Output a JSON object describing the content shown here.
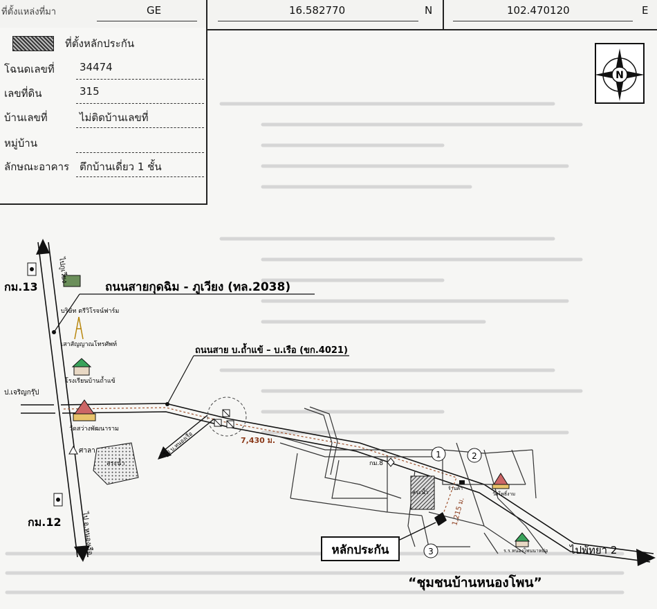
{
  "coords": {
    "label_cut": "ที่ตั้งแหล่งที่มา",
    "zone": "GE",
    "lat": "16.582770",
    "lat_dir": "N",
    "lon": "102.470120",
    "lon_dir": "E"
  },
  "legend": {
    "collateral_location": "ที่ตั้งหลักประกัน"
  },
  "info_rows": [
    {
      "label": "โฉนดเลขที่",
      "value": "34474"
    },
    {
      "label": "เลขที่ดิน",
      "value": "315"
    },
    {
      "label": "บ้านเลขที่",
      "value": "ไม่ติดบ้านเลขที่"
    },
    {
      "label": "หมู่บ้าน",
      "value": ""
    },
    {
      "label": "ลักษณะอาคาร",
      "value": "ตึกบ้านเดี่ยว 1 ชั้น"
    }
  ],
  "compass": {
    "letter": "N"
  },
  "map": {
    "road_main": "ถนนสายกุดฉิม - ภูเวียง (ทล.2038)",
    "road_secondary": "ถนนสาย บ.ถ้ำแข้ – บ.เรือ (ขก.4021)",
    "km13": "กม.13",
    "km12": "กม.12",
    "to_phuwiang": "ไปภูเวียง",
    "to_nongruea": "ไป อ.หนองเรือ",
    "to_banruea": "ไป บ.หนองเรือ",
    "company": "บริษัท ตรีวิโรจน์ฟาร์ม",
    "tower": "เสาสัญญาณโทรศัพท์",
    "school": "โรงเรียนบ้านถ้ำแข้",
    "p_charoen": "ป.เจริญกรุ๊ป",
    "temple_sawang": "วัดสว่างพัฒนาราม",
    "sala": "ศาลา",
    "pond": "สระน้ำ",
    "distance_1": "7,430 ม.",
    "distance_2": "1,215 ม.",
    "km8": "กม.8",
    "pond2": "สระน้ำ",
    "shop": "ร้านค้า",
    "temple_pho": "วัดโพธิ์งาม",
    "school2": "ร.ร.หนองโพนนาหม่อ",
    "to_phatya": "ไปพัทยา 2",
    "collateral": "หลักประกัน",
    "community": "“ชุมชนบ้านหนองโพน”",
    "num1": "1",
    "num2": "2",
    "num3": "3"
  }
}
